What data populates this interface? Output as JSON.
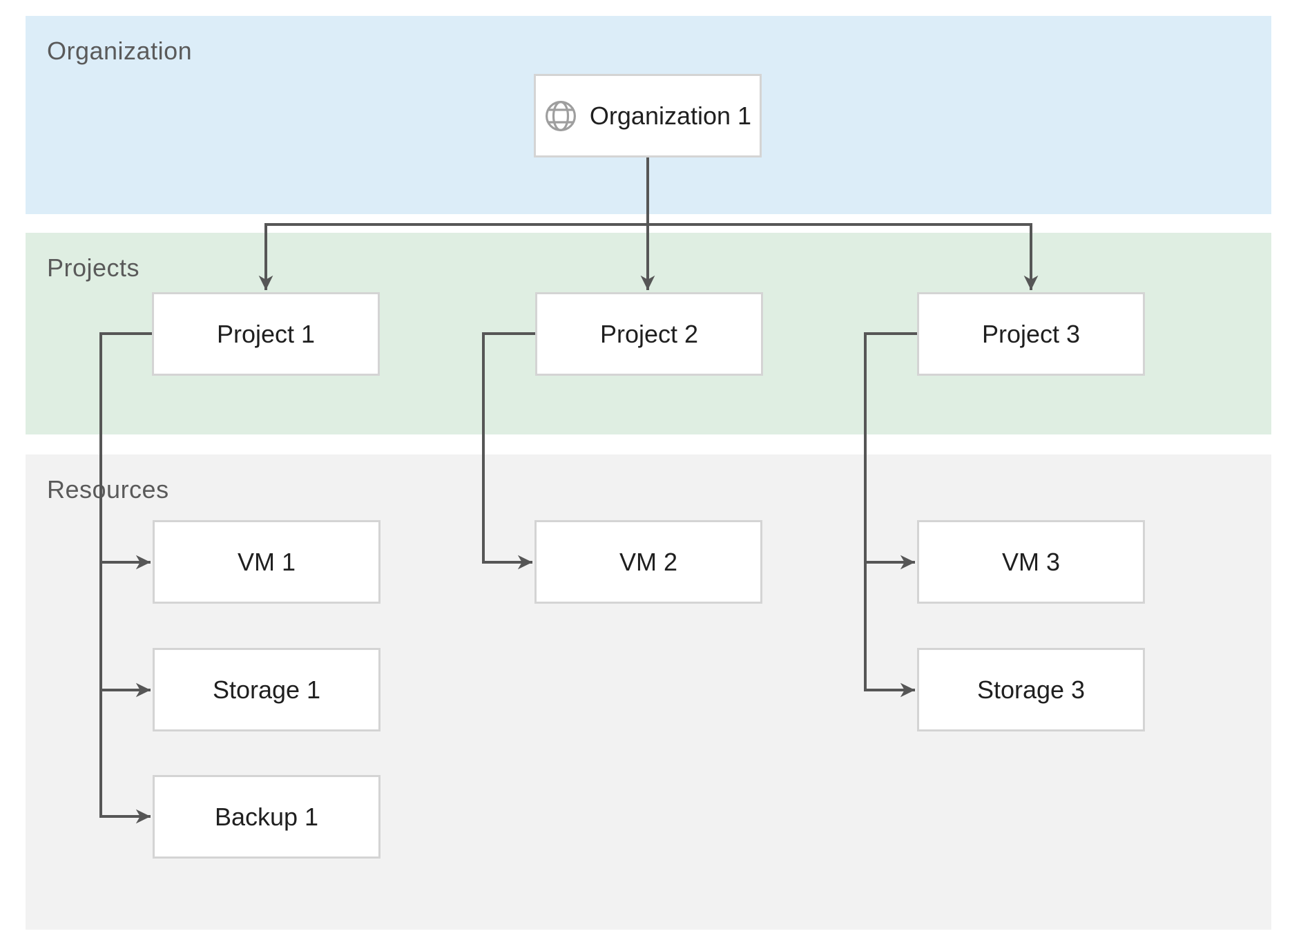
{
  "diagram": {
    "bands": {
      "organization": {
        "label": "Organization",
        "bg": "#dcedf8"
      },
      "projects": {
        "label": "Projects",
        "bg": "#dfeee2"
      },
      "resources": {
        "label": "Resources",
        "bg": "#f2f2f2"
      }
    },
    "nodes": {
      "organization1": {
        "label": "Organization 1",
        "icon": "globe-icon"
      },
      "project1": {
        "label": "Project 1"
      },
      "project2": {
        "label": "Project 2"
      },
      "project3": {
        "label": "Project 3"
      },
      "vm1": {
        "label": "VM 1"
      },
      "storage1": {
        "label": "Storage 1"
      },
      "backup1": {
        "label": "Backup 1"
      },
      "vm2": {
        "label": "VM 2"
      },
      "vm3": {
        "label": "VM 3"
      },
      "storage3": {
        "label": "Storage 3"
      }
    },
    "edges": [
      {
        "from": "organization1",
        "to": "project1"
      },
      {
        "from": "organization1",
        "to": "project2"
      },
      {
        "from": "organization1",
        "to": "project3"
      },
      {
        "from": "project1",
        "to": "vm1"
      },
      {
        "from": "project1",
        "to": "storage1"
      },
      {
        "from": "project1",
        "to": "backup1"
      },
      {
        "from": "project2",
        "to": "vm2"
      },
      {
        "from": "project3",
        "to": "vm3"
      },
      {
        "from": "project3",
        "to": "storage3"
      }
    ],
    "colors": {
      "connector": "#565656",
      "box_border": "#d4d4d4",
      "box_bg": "#ffffff",
      "box_text": "#1f1f1f",
      "band_label_text": "#5a5a5a",
      "globe_icon": "#9e9e9e"
    }
  }
}
